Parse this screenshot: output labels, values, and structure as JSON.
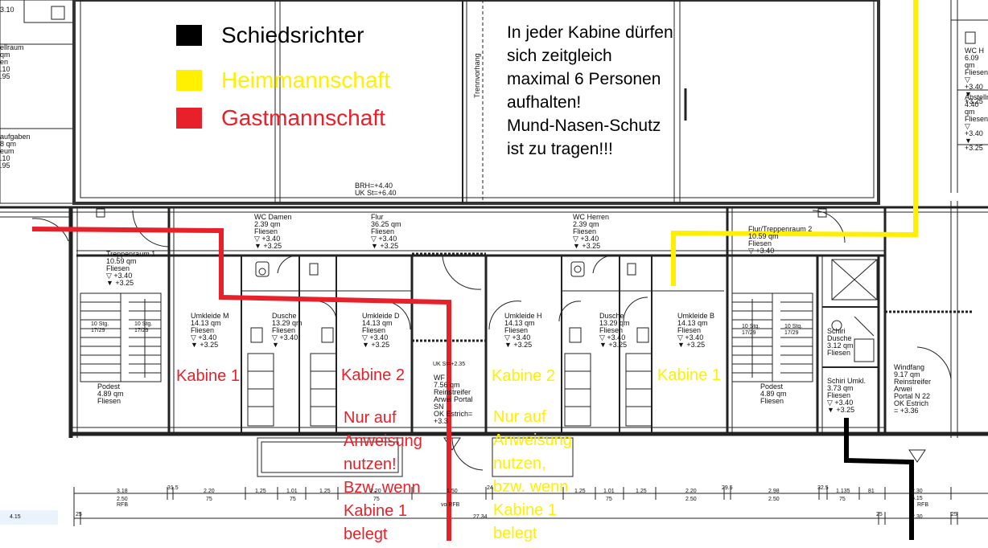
{
  "legend": [
    {
      "label": "Schiedsrichter",
      "color": "#000000"
    },
    {
      "label": "Heimmannschaft",
      "color": "#ffef00"
    },
    {
      "label": "Gastmannschaft",
      "color": "#e8202a"
    }
  ],
  "notice": "In jeder Kabine dürfen\nsich zeitgleich\nmaximal 6 Personen\naufhalten!\nMund-Nasen-Schutz\nist zu tragen!!!",
  "cabins": {
    "guest_1": "Kabine 1",
    "guest_2": "Kabine 2",
    "home_2": "Kabine 2",
    "home_1": "Kabine 1"
  },
  "notes": {
    "guest": "Nur auf\nAnweisung\nnutzen!\nBzw. wenn\nKabine 1\nbelegt",
    "home": "Nur auf\nAnweisung\nnutzen,\nbzw. wenn\nKabine 1\nbelegt"
  },
  "rooms": {
    "wc_damen": "WC Damen\n2.39 qm\nFliesen\n▽ +3.40\n▼ +3.25",
    "flur": "Flur\n36.25 qm\nFliesen\n▽ +3.40\n▼ +3.25",
    "wc_herren": "WC Herren\n2.39 qm\nFliesen\n▽ +3.40\n▼ +3.25",
    "flur_treppenraum_2": "Flur/Treppenraum 2\n10.59 qm\nFliesen\n▽ +3.40",
    "treppenraum_1": "Treppenraum 1\n10.59 qm\nFliesen\n▽ +3.40\n▼ +3.25",
    "umkleide_m": "Umkleide M\n14.13 qm\nFliesen\n▽ +3.40\n▼ +3.25",
    "dusche_left": "Dusche\n13.29 qm\nFliesen\n▽ +3.40\n▼",
    "umkleide_d": "Umkleide D\n14.13 qm\nFliesen\n▽ +3.40\n▼ +3.25",
    "umkleide_h": "Umkleide H\n14.13 qm\nFliesen\n▽ +3.40\n▼ +3.25",
    "dusche_right": "Dusche\n13.29 qm\nFliesen\n▽ +3.40\n▼ +3.25",
    "umkleide_b": "Umkleide B\n14.13 qm\nFliesen\n▽ +3.40\n▼ +3.25",
    "schiri_dusche": "Schiri\nDusche\n3.12 qm\nFliesen",
    "schiri_umkl": "Schiri Umkl.\n3.73 qm\nFliesen\n▽ +3.40\n▼ +3.25",
    "windfang": "Windfang\n9.17 qm\nReinstreifer\nArwei\nPortal N 22\nOK Estrich\n= +3.36",
    "wf": "WF\n7.56 qm\nReinstreifer\nArwei Portal\nSN\nOK Estrich=\n+3.3",
    "podest_left": "Podest\n4.89 qm\nFliesen",
    "podest_right": "Podest\n4.89 qm\nFliesen",
    "wc_h_right": "WC H\n6.09 qm\nFliesen\n▽ +3.40\n▼ +3.25",
    "abstell_right": "Abstellr\n4.40 qm\nFliesen\n▽ +3.40\n▼ +3.25"
  },
  "fragments": {
    "top_left_1": "3.10",
    "abstellraum_left": "ellraum\nqm\nen\n.10\n.95",
    "sonderaufgaben_left": "aufgaben\n8 qm\neum\n.10\n.95",
    "brh": "BRH=+4.40\nUK St=+6.40",
    "trennvorhang": "Trennvorhang",
    "stairs_1a": "10 Stg.\n17/29",
    "stairs_1b": "10 Stg.\n17/29",
    "stairs_2a": "10 Stg.\n17/29",
    "stairs_2b": "10 Stg.\n17/29",
    "uk_st": "UK St=+2.35"
  },
  "dimensions": [
    "3.18",
    "31.5",
    "2.20",
    "1.25",
    "1.01",
    "1.25",
    "2.20",
    "1.50",
    "24",
    "1.25",
    "1.01",
    "1.25",
    "2.20",
    "29.5",
    "2.98",
    "32.5",
    "1.135",
    "81",
    "2.30"
  ],
  "dimensions_sub": [
    "2.50",
    "75",
    "75",
    "75",
    "75",
    "2.50",
    "2.50",
    "75"
  ],
  "dim_misc": {
    "rfb_left": "RFB",
    "rfb_mid": "vo RFB",
    "rfb_right": "RFB",
    "total": "27.34",
    "left": "4.15",
    "r25a": "25",
    "r25b": "25",
    "r25c": "25",
    "r230": "2.30",
    "r615": "6.15"
  }
}
